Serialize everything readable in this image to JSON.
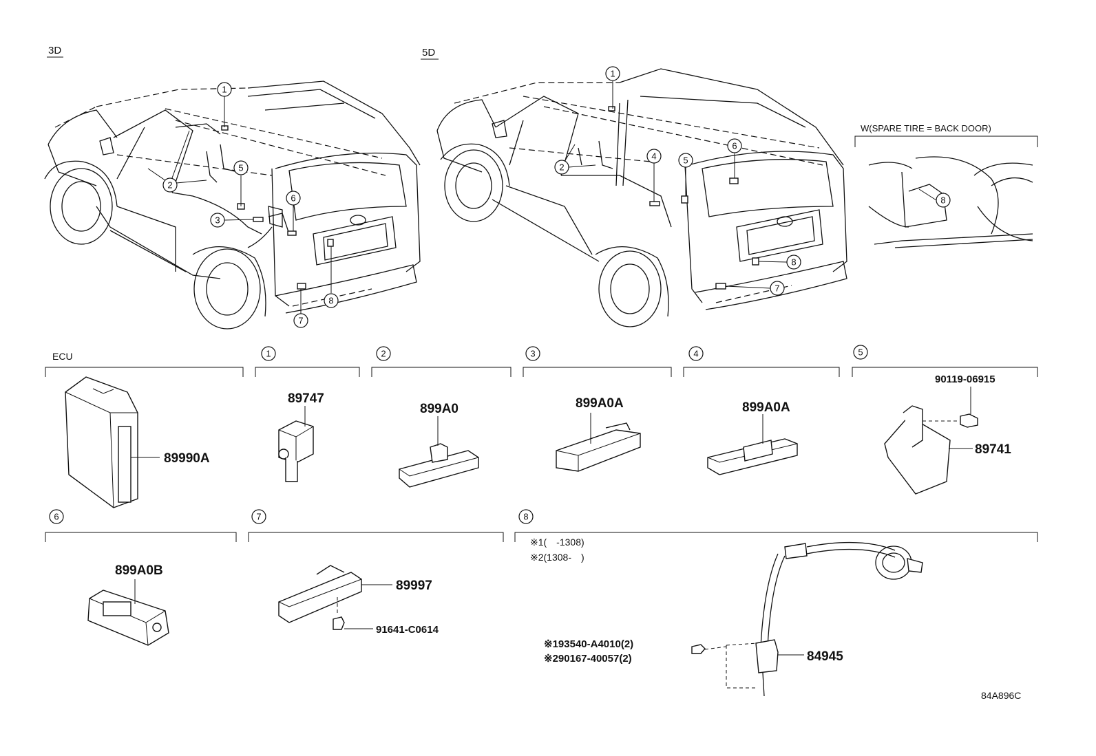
{
  "views": {
    "three_door": "3D",
    "five_door": "5D",
    "spare_tire": "W(SPARE TIRE = BACK DOOR)"
  },
  "sections": {
    "ecu": "ECU",
    "s1": "1",
    "s2": "2",
    "s3": "3",
    "s4": "4",
    "s5": "5",
    "s6": "6",
    "s7": "7",
    "s8": "8"
  },
  "parts": {
    "ecu_part": "89990A",
    "p1": "89747",
    "p2": "899A0",
    "p3": "899A0A",
    "p4": "899A0A",
    "p5_bolt": "90119-06915",
    "p5": "89741",
    "p6": "899A0B",
    "p7": "89997",
    "p7_screw": "91641-C0614",
    "p8": "84945",
    "p8_note1": "※1(　-1308)",
    "p8_note2": "※2(1308-　)",
    "p8_bolt1": "※193540-A4010(2)",
    "p8_bolt2": "※290167-40057(2)"
  },
  "callouts": [
    "1",
    "2",
    "3",
    "4",
    "5",
    "6",
    "7",
    "8"
  ],
  "diagram_id": "84A896C"
}
